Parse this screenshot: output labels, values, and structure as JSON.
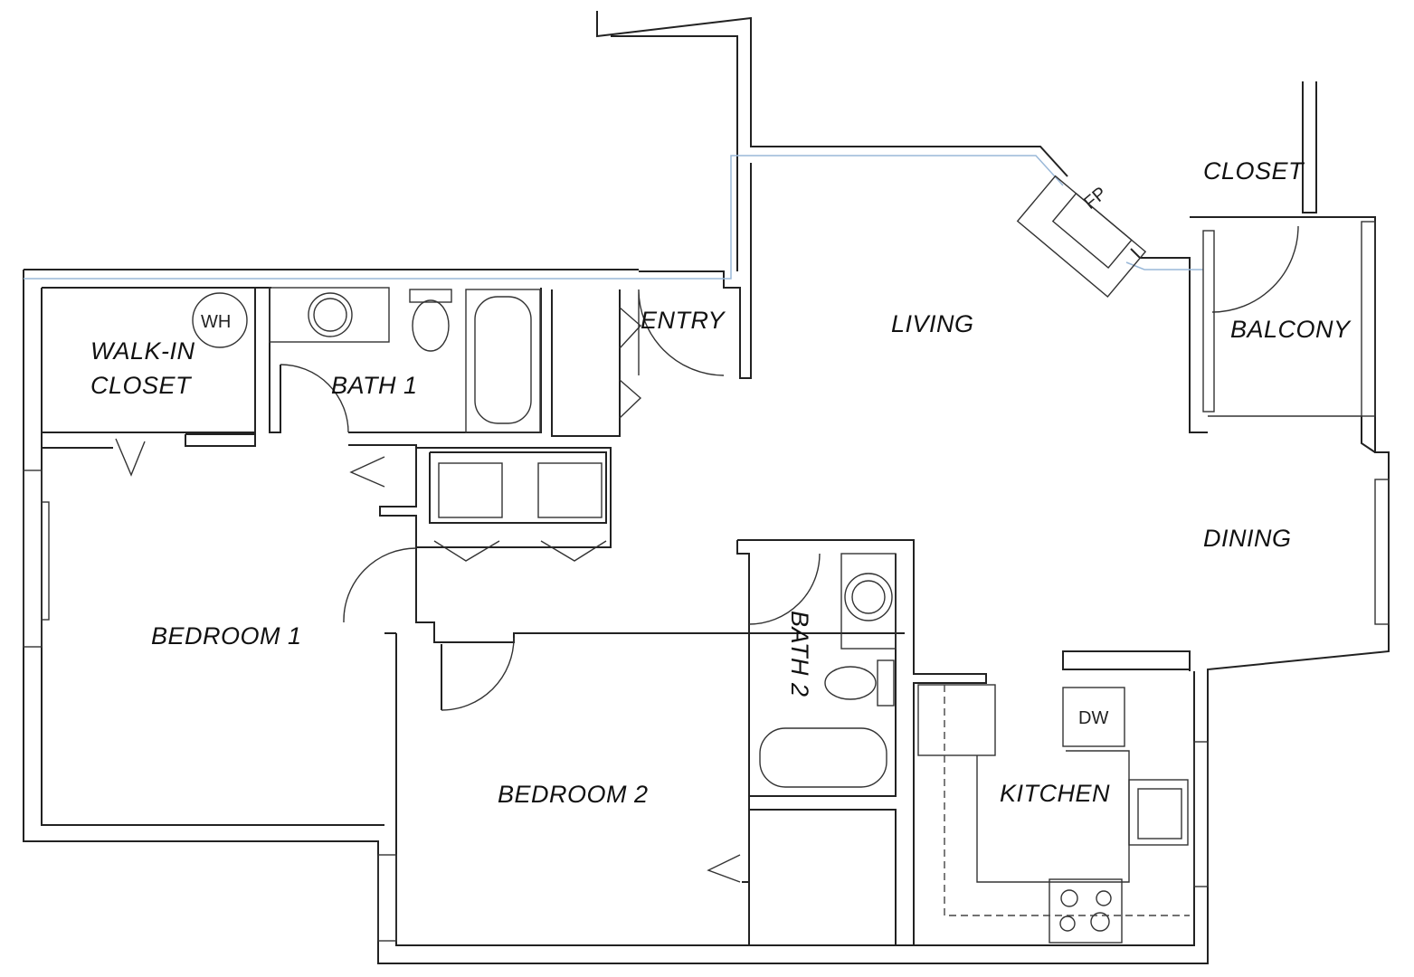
{
  "rooms": {
    "walk_in_closet_line1": "WALK-IN",
    "walk_in_closet_line2": "CLOSET",
    "bath1": "BATH 1",
    "entry": "ENTRY",
    "living": "LIVING",
    "closet": "CLOSET",
    "balcony": "BALCONY",
    "dining": "DINING",
    "bedroom1": "BEDROOM 1",
    "bedroom2": "BEDROOM 2",
    "bath2": "BATH 2",
    "kitchen": "KITCHEN"
  },
  "fixtures": {
    "water_heater": "WH",
    "fireplace": "FP",
    "dishwasher": "DW"
  },
  "colors": {
    "wall": "#222222",
    "utility_line": "#9ab8d8"
  }
}
